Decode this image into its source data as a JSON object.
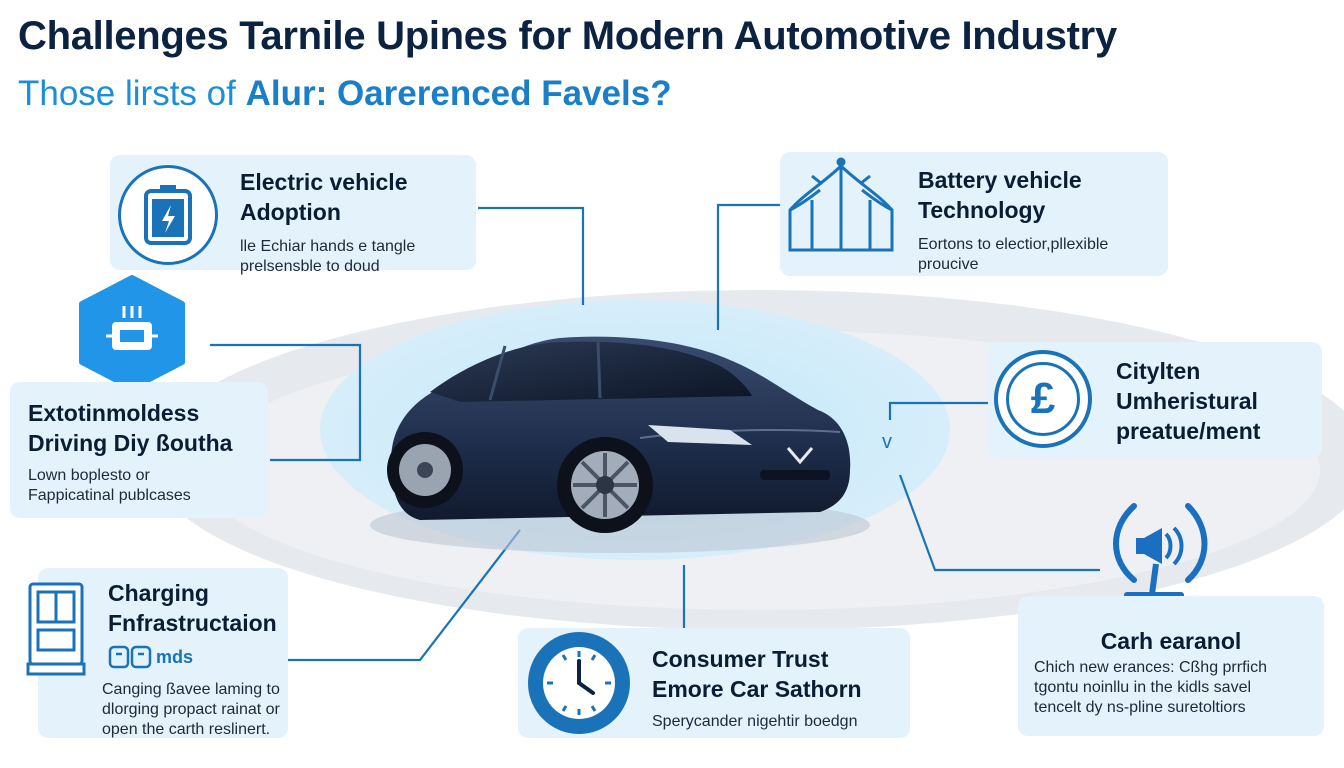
{
  "header": {
    "title": "Challenges Tarnile Upines for Modern Automotive Industry",
    "subtitle_light": "Those lirsts of ",
    "subtitle_bold": "Alur: Oarerenced Favels?"
  },
  "cards": {
    "ev": {
      "heading_1": "Electric vehicle",
      "heading_2": "Adoption",
      "desc_1": "lle Echiar hands e tangle",
      "desc_2": "prelsensble to doud"
    },
    "battery": {
      "heading_1": "Battery vehicle",
      "heading_2": "Technology",
      "desc_1": "Eortons to electior,pllexible",
      "desc_2": "proucive"
    },
    "autonomous": {
      "heading_1": "Extotinmoldess",
      "heading_2": "Driving Diy ßoutha",
      "desc_1": "Lown boplesto or",
      "desc_2": "Fappicatinal publcases"
    },
    "city": {
      "heading_1": "Citylten",
      "heading_2": "Umheristural",
      "heading_3": "preatue/ment",
      "icon_symbol": "£"
    },
    "charging": {
      "heading_1": "Charging",
      "heading_2": "Fnfrastructaion",
      "tag": "mds",
      "desc_1": "Canging ßavee laming to",
      "desc_2": "dlorging propact rainat or",
      "desc_3": "open the carth reslinert."
    },
    "trust": {
      "heading_1": "Consumer Trust",
      "heading_2": "Emore Car Sathorn",
      "desc_1": "Sperycander nigehtir boedgn"
    },
    "carh": {
      "heading_1": "Carh earanol",
      "desc_1": "Chich new erances: Cßhg prrfich",
      "desc_2": "tgontu noinllu in the kidls savel",
      "desc_3": "tencelt dy ns-pline suretoltiors"
    },
    "v_mark": "v"
  },
  "colors": {
    "accent": "#1a8fd6",
    "dark_navy": "#0b2340",
    "card_bg": "#e3f2fb",
    "connector": "#1a73b8",
    "car_body": "#1f2e4a"
  },
  "icons": [
    "battery-icon",
    "circuit-icon",
    "tent-icon",
    "pound-badge-icon",
    "station-icon",
    "clock-icon",
    "speaker-icon"
  ]
}
